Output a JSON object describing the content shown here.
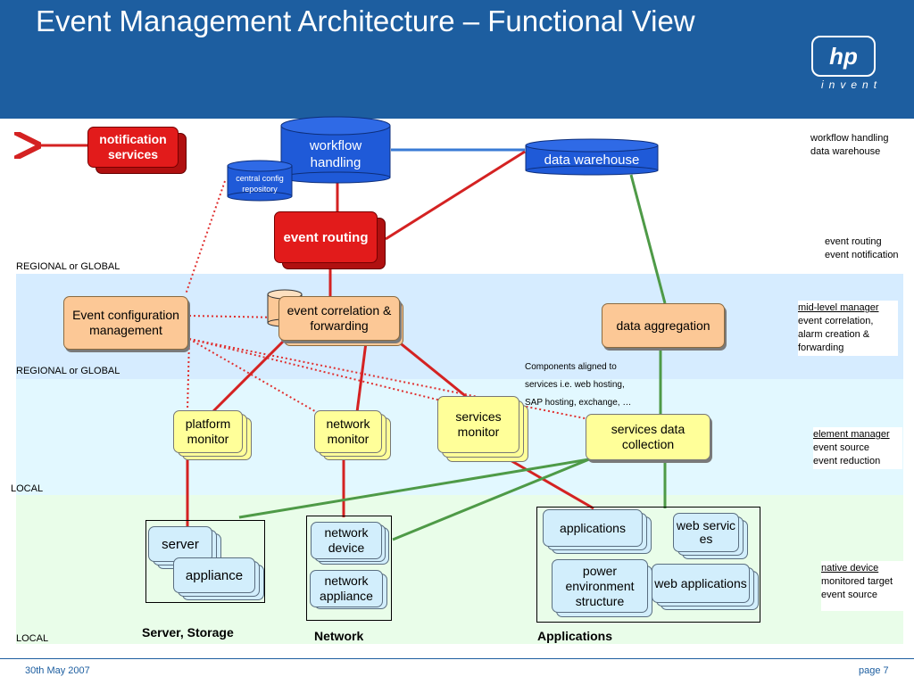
{
  "title": "Event Management Architecture – Functional View",
  "logo": {
    "mark": "hp",
    "tagline": "invent"
  },
  "bands": {
    "regional1": "REGIONAL or GLOBAL",
    "regional2": "REGIONAL or GLOBAL",
    "local1": "LOCAL",
    "local2": "LOCAL"
  },
  "nodes": {
    "notification": "notification services",
    "workflow": "workflow handling",
    "central_config": "central config repository",
    "data_warehouse": "data warehouse",
    "event_routing": "event routing",
    "event_config": "Event configuration management",
    "event_correlation": "event correlation & forwarding",
    "data_aggregation": "data aggregation",
    "platform_monitor": "platform monitor",
    "network_monitor": "network monitor",
    "services_monitor": "services monitor",
    "services_data_collection": "services data collection",
    "server": "server",
    "appliance": "appliance",
    "network_device": "network device",
    "network_appliance": "network appliance",
    "applications": "applications",
    "web_services": "web services",
    "power_env": "power environment structure",
    "web_applications": "web applications"
  },
  "groups": {
    "server_storage": "Server, Storage",
    "network": "Network",
    "applications": "Applications"
  },
  "components_note": [
    "Components aligned to",
    "services i.e. web hosting,",
    "SAP hosting, exchange, …"
  ],
  "notes": {
    "top": [
      "workflow handling",
      "data warehouse"
    ],
    "routing": [
      "event routing",
      "event notification"
    ],
    "mid_title": "mid-level manager",
    "mid": [
      "event correlation,",
      "alarm creation &",
      "forwarding"
    ],
    "element_title": "element manager",
    "element": [
      "event source",
      "event reduction"
    ],
    "native_title": "native device",
    "native": [
      "monitored target",
      "event source"
    ]
  },
  "footer": {
    "date": "30th May 2007",
    "page": "page 7"
  },
  "colors": {
    "header": "#1d5ea0",
    "red_line": "#d42222",
    "green_line": "#4e9a47",
    "blue_line": "#3a7bd5",
    "band_regional": "#d6ecff",
    "band_element": "#e2f8ff",
    "band_local": "#e9fde9"
  }
}
